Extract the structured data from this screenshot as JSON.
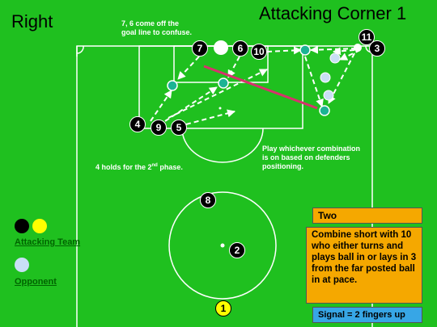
{
  "header": {
    "side": "Right",
    "title": "Attacking Corner 1"
  },
  "notes": {
    "come_off_line_1": "7, 6 come off the",
    "come_off_line_2": "goal line to confuse.",
    "holds_prefix": "4 holds for the 2",
    "holds_sup": "nd",
    "holds_suffix": " phase.",
    "combo_1": "Play whichever combination",
    "combo_2": "is on based on defenders",
    "combo_3": "positioning."
  },
  "players": {
    "p1": "1",
    "p2": "2",
    "p3": "3",
    "p4": "4",
    "p5": "5",
    "p6": "6",
    "p7": "7",
    "p8": "8",
    "p9": "9",
    "p10": "10",
    "p11": "11"
  },
  "legend": {
    "attacking_team": "Attacking Team",
    "opponent": "Opponent"
  },
  "panel": {
    "option": "Two",
    "description": "Combine short with 10 who either turns and plays ball in or lays in 3 from the far posted ball in at pace.",
    "signal": "Signal = 2 fingers up"
  },
  "colors": {
    "pitch": "#1fc01f",
    "attacker_marker": "#1bb394",
    "opponent": "#c9dff5",
    "ball_path": "#d6336c",
    "panel_orange": "#f5a800",
    "panel_blue": "#37a6e6",
    "keeper_yellow": "#ffff00"
  }
}
